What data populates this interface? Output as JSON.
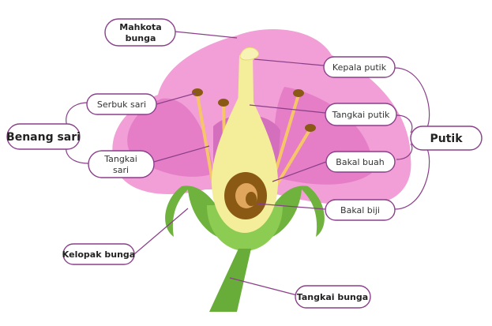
{
  "colors": {
    "petal": "#f19fd6",
    "petal_dark": "#d46fbd",
    "ovary_outer": "#f4ee9a",
    "ovule": "#8a5a14",
    "stamen": "#f6c56a",
    "sepal": "#6fb23e",
    "stem": "#68ad3a",
    "border": "#8a3f8a"
  },
  "labels": {
    "mahkota_line1": "Mahkota",
    "mahkota_line2": "bunga",
    "serbuk_sari": "Serbuk sari",
    "benang_sari": "Benang sari",
    "tangkai_sari_line1": "Tangkai",
    "tangkai_sari_line2": "sari",
    "kelopak_bunga": "Kelopak bunga",
    "kepala_putik": "Kepala putik",
    "tangkai_putik": "Tangkai putik",
    "putik": "Putik",
    "bakal_buah": "Bakal buah",
    "bakal_biji": "Bakal biji",
    "tangkai_bunga": "Tangkai bunga"
  }
}
